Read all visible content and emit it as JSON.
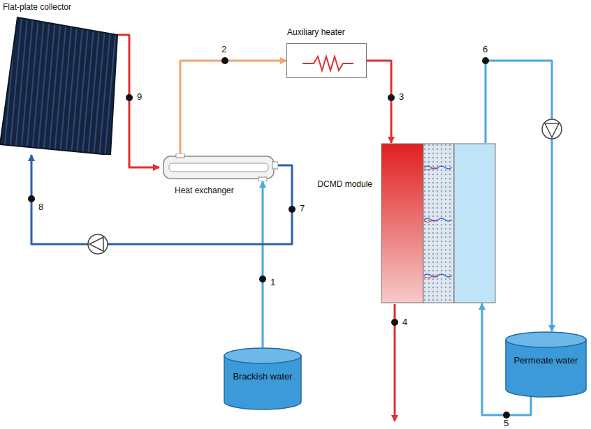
{
  "diagram": {
    "nodes": [
      {
        "text": [
          "Flat-plate collector"
        ]
      },
      {
        "text": [
          "Auxiliary heater"
        ]
      },
      {
        "text": [
          "Heat exchanger"
        ]
      },
      {
        "text": [
          "DCMD module"
        ]
      },
      {
        "text": [
          "Brackish water"
        ]
      },
      {
        "text": [
          "Permeate water"
        ]
      }
    ],
    "edges": [
      {
        "from": 0,
        "to": 2,
        "arrow": "to"
      },
      {
        "from": 2,
        "to": 1,
        "arrow": "to"
      },
      {
        "from": 1,
        "to": 3,
        "arrow": "to"
      },
      {
        "from": 4,
        "to": 2,
        "arrow": "to"
      },
      {
        "from": 2,
        "to": 0,
        "arrow": "to"
      },
      {
        "from": 3,
        "to": 5,
        "arrow": "to"
      },
      {
        "from": 5,
        "to": 3,
        "arrow": "to"
      }
    ],
    "labels": [
      "9",
      "2",
      "3",
      "6",
      "7",
      "8",
      "1",
      "4",
      "5"
    ]
  }
}
